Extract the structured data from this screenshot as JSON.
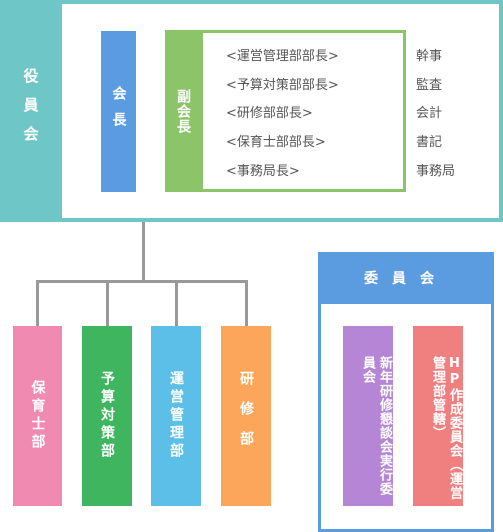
{
  "officers": {
    "label": "役員会",
    "president": "会長",
    "vice_president": "副会長",
    "roles": [
      {
        "role": "<運営管理部部長>",
        "duty": "幹事"
      },
      {
        "role": "<予算対策部部長>",
        "duty": "監査"
      },
      {
        "role": "<研修部部長>",
        "duty": "会計"
      },
      {
        "role": "<保育士部部長>",
        "duty": "書記"
      },
      {
        "role": "<事務局長>",
        "duty": "事務局"
      }
    ]
  },
  "departments": [
    "保育士部",
    "予算対策部",
    "運営管理部",
    "研修部"
  ],
  "committees": {
    "label": "委員会",
    "items": [
      "新年研修懇談会実行委員会",
      "HP作成委員会（運営管理部管轄）"
    ]
  },
  "colors": {
    "officers_band": "#6fc6c6",
    "president": "#5b9be0",
    "vice_president": "#8cc46a",
    "dept_hoikushi": "#f08ab1",
    "dept_yosan": "#3fb55f",
    "dept_unei": "#5bbfe8",
    "dept_kenshu": "#fba65a",
    "committee": "#5b9be0",
    "committee_kenshu": "#b585d6",
    "committee_hp": "#f08080"
  }
}
